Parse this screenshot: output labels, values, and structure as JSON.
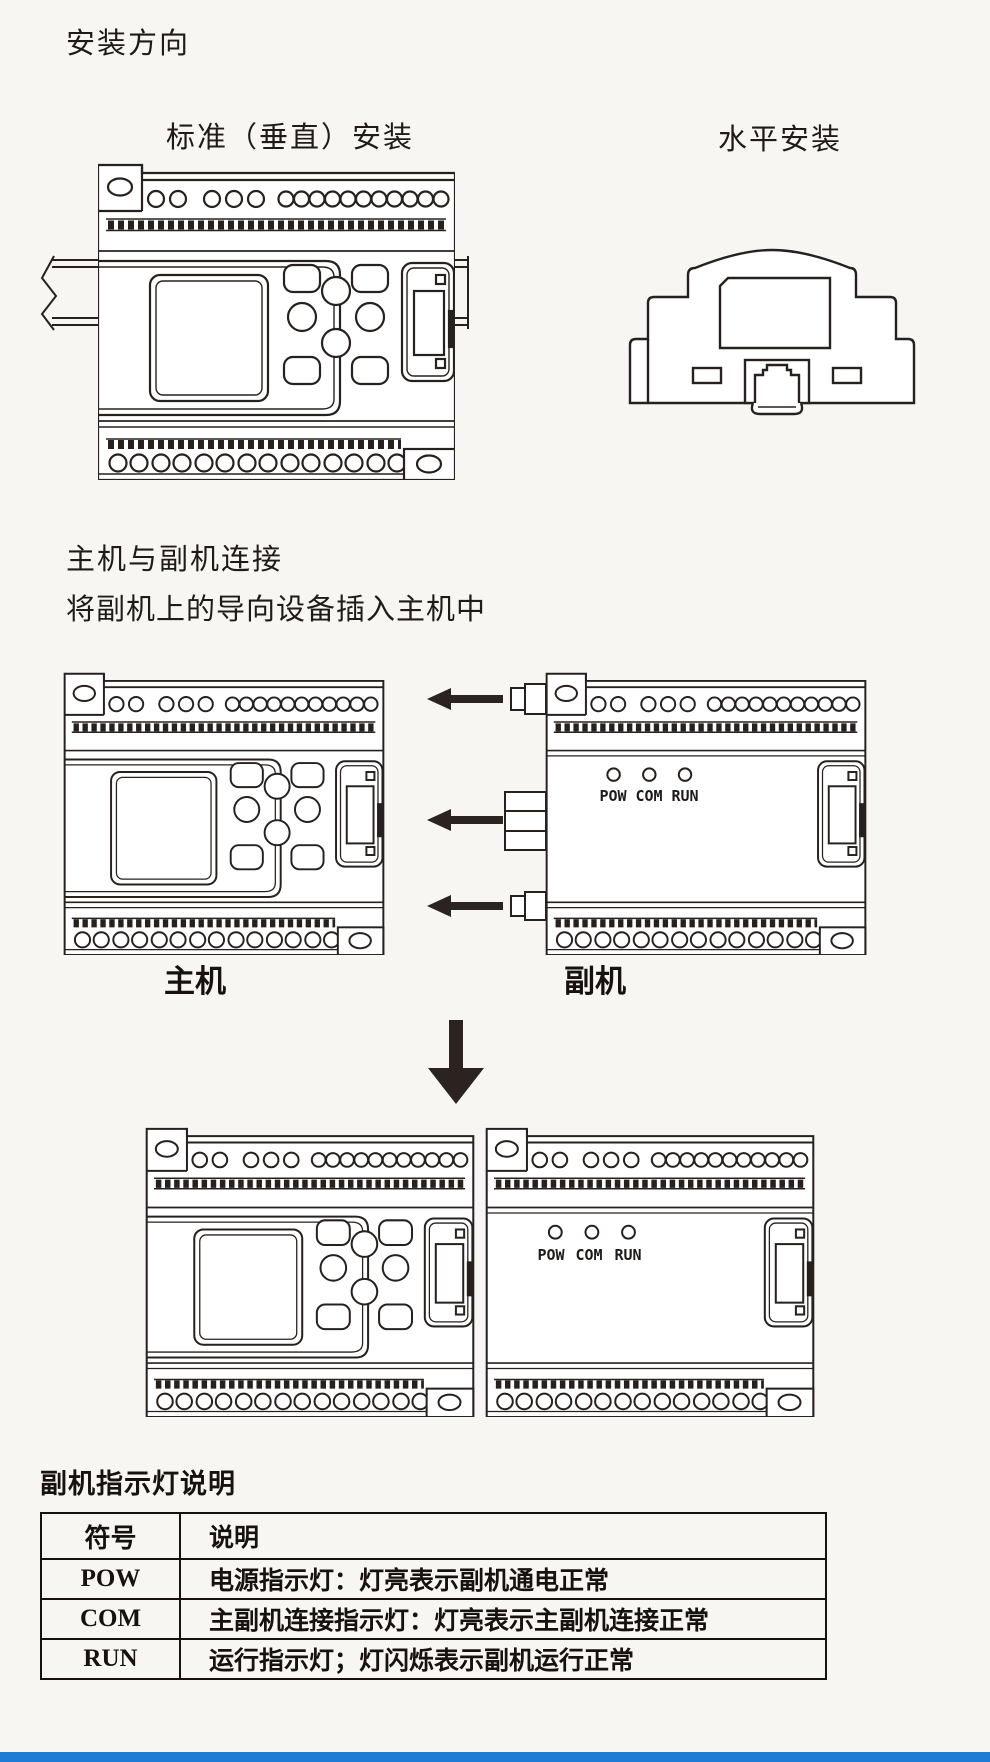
{
  "title": "安装方向",
  "install": {
    "vertical_caption": "标准（垂直）安装",
    "horizontal_caption": "水平安装"
  },
  "connection": {
    "heading": "主机与副机连接",
    "instruction": "将副机上的导向设备插入主机中",
    "main_unit_label": "主机",
    "sub_unit_label": "副机"
  },
  "leds": {
    "pow": "POW",
    "com": "COM",
    "run": "RUN"
  },
  "indicator_table": {
    "heading": "副机指示灯说明",
    "columns": {
      "symbol": "符号",
      "description": "说明"
    },
    "rows": [
      {
        "symbol": "POW",
        "description": "电源指示灯：灯亮表示副机通电正常"
      },
      {
        "symbol": "COM",
        "description": "主副机连接指示灯：灯亮表示主副机连接正常"
      },
      {
        "symbol": "RUN",
        "description": "运行指示灯；灯闪烁表示副机运行正常"
      }
    ]
  },
  "colors": {
    "background": "#f7f6f3",
    "line": "#27211e",
    "arrow": "#2a2320",
    "footer_bar": "#1f7cd6"
  }
}
